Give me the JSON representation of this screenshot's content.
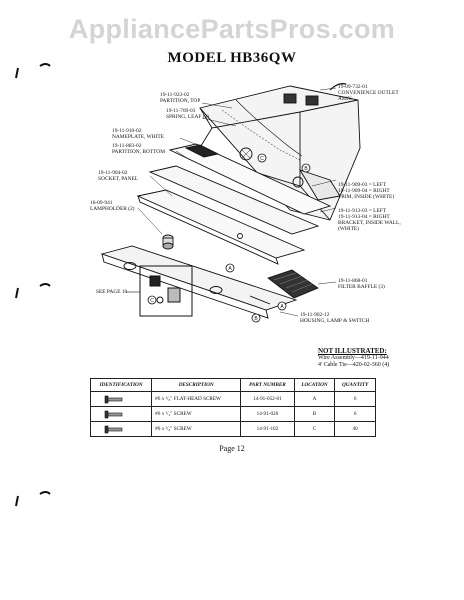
{
  "watermark": "AppliancePartsPros.com",
  "title": "MODEL HB36QW",
  "callouts": [
    {
      "id": "c1",
      "number": "19-11-923-02",
      "desc": "PARTITION, TOP"
    },
    {
      "id": "c2",
      "number": "19-11-769-03",
      "desc": "SPRING, LEAF (3)"
    },
    {
      "id": "c3",
      "number": "19-11-910-02",
      "desc": "NAMEPLATE, WHITE"
    },
    {
      "id": "c4",
      "number": "19-11-883-02",
      "desc": "PARTITION, BOTTOM"
    },
    {
      "id": "c5",
      "number": "19-11-904-02",
      "desc": "SOCKET, PANEL"
    },
    {
      "id": "c6",
      "number": "16-09-941",
      "desc": "LAMPHOLDER (2)"
    },
    {
      "id": "c7",
      "number": "",
      "desc": "SEE PAGE 10"
    },
    {
      "id": "c8",
      "number": "19-09-732-01",
      "desc": "CONVENIENCE OUTLET ASSY."
    },
    {
      "id": "c9",
      "number": "19-11-909-03 = LEFT\n19-11-909-04 = RIGHT",
      "desc": "TRIM, INSIDE (WHITE)"
    },
    {
      "id": "c10",
      "number": "19-11-913-03 = LEFT\n19-11-913-04 = RIGHT",
      "desc": "BRACKET, INSIDE WALL, (WHITE)"
    },
    {
      "id": "c11",
      "number": "19-11-868-01",
      "desc": "FILTER BAFFLE (3)"
    },
    {
      "id": "c12",
      "number": "19-11-902-12",
      "desc": "HOUSING, LAMP & SWITCH"
    }
  ],
  "markers": [
    "A",
    "B",
    "C"
  ],
  "not_illustrated": {
    "heading": "NOT ILLUSTRATED:",
    "lines": [
      "Wire Assembly—419-11-944",
      "4' Cable Tie—420-02-360 (4)"
    ]
  },
  "table": {
    "headers": [
      "IDENTIFICATION",
      "DESCRIPTION",
      "PART NUMBER",
      "LOCATION",
      "QUANTITY"
    ],
    "rows": [
      {
        "description": "#6 x ³/₈\" FLAT-HEAD SCREW",
        "part_number": "14-91-052-01",
        "location": "A",
        "quantity": "6"
      },
      {
        "description": "#6 x ¹/₂\" SCREW",
        "part_number": "14-91-026",
        "location": "B",
        "quantity": "6"
      },
      {
        "description": "#6 x ³/₈\" SCREW",
        "part_number": "14-91-102",
        "location": "C",
        "quantity": "40"
      }
    ]
  },
  "page_number": "Page 12"
}
